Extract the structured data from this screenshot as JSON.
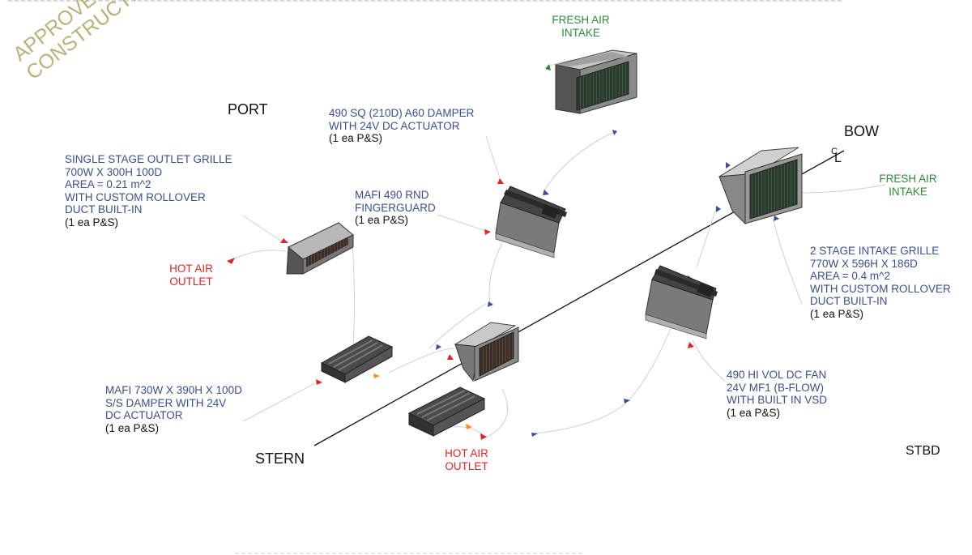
{
  "stamp": {
    "line1": "APPROVED FOR",
    "line2": "CONSTRUCTION"
  },
  "directions": {
    "port": "PORT",
    "bow": "BOW",
    "stern": "STERN",
    "stbd": "STBD",
    "centerline_c": "C",
    "centerline_l": "L"
  },
  "labels": {
    "fresh_air_top": {
      "line1": "FRESH AIR",
      "line2": "INTAKE"
    },
    "fresh_air_right": {
      "line1": "FRESH AIR",
      "line2": "INTAKE"
    },
    "damper_490": {
      "line1": "490 SQ (210D) A60 DAMPER",
      "line2": "WITH 24V DC ACTUATOR",
      "qty": "(1 ea P&S)"
    },
    "outlet_grille": {
      "line1": "SINGLE STAGE OUTLET GRILLE",
      "line2": "700W X 300H 100D",
      "line3": "AREA = 0.21 m^2",
      "line4": "WITH CUSTOM ROLLOVER",
      "line5": "DUCT BUILT-IN",
      "qty": "(1 ea P&S)"
    },
    "fingerguard": {
      "line1": "MAFI 490 RND",
      "line2": "FINGERGUARD",
      "qty": "(1 ea P&S)"
    },
    "hot_air_left": {
      "line1": "HOT AIR",
      "line2": "OUTLET"
    },
    "hot_air_bottom": {
      "line1": "HOT AIR",
      "line2": "OUTLET"
    },
    "intake_grille": {
      "line1": "2 STAGE INTAKE GRILLE",
      "line2": "770W X 596H X 186D",
      "line3": "AREA = 0.4 m^2",
      "line4": "WITH CUSTOM ROLLOVER",
      "line5": "DUCT BUILT-IN",
      "qty": "(1 ea P&S)"
    },
    "mafi_damper": {
      "line1": "MAFI 730W X 390H X 100D",
      "line2": "S/S DAMPER WITH 24V",
      "line3": "DC ACTUATOR",
      "qty": "(1 ea P&S)"
    },
    "fan": {
      "line1": "490 HI VOL DC FAN",
      "line2": "24V MF1 (B-FLOW)",
      "line3": "WITH BUILT IN VSD",
      "qty": "(1 ea P&S)"
    }
  },
  "colors": {
    "blue_text": "#3a4f8f",
    "red_text": "#e02424",
    "green_text": "#2e8b3a",
    "stamp": "#b3a86a"
  }
}
